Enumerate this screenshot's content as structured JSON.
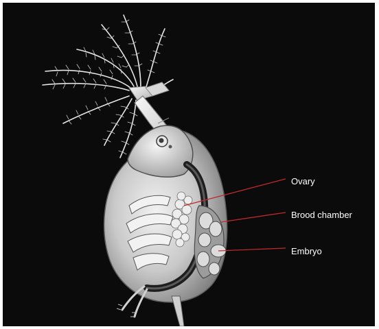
{
  "labels": {
    "ovary": "Ovary",
    "brood_chamber": "Brood chamber",
    "embryo": "Embryo"
  },
  "colors": {
    "background": "#0b0b0b",
    "leader_line": "#c0282d",
    "label_text": "#ffffff"
  }
}
